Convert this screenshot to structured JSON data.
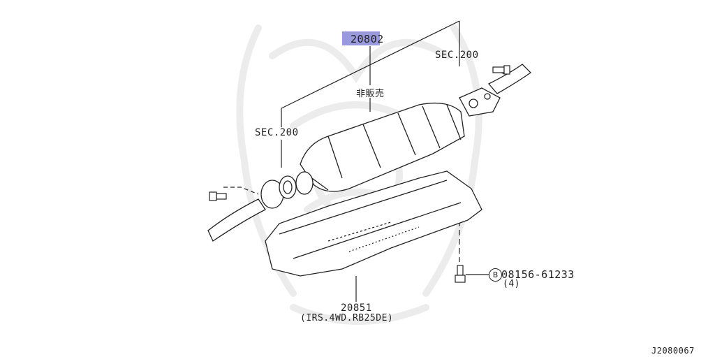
{
  "diagram": {
    "part_number_main": "20802",
    "sec_top": "SEC.200",
    "sec_left": "SEC.200",
    "not_sold": "非販売",
    "bolt_marker": "B",
    "bolt_code": "08156-61233",
    "bolt_qty": "(4)",
    "underbody_part": "20851",
    "underbody_note": "(IRS.4WD.RB25DE)",
    "diagram_code": "J2080067",
    "highlight_color": "#9999dd",
    "line_color": "#222222",
    "watermark_color": "#ececec"
  }
}
